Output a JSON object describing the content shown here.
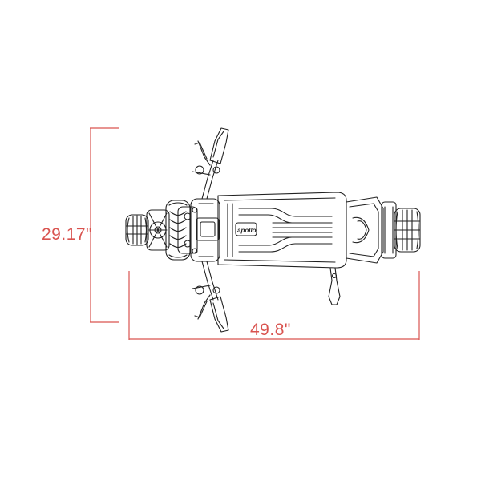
{
  "dimensions": {
    "height_label": "29.17\"",
    "width_label": "49.8\"",
    "line_color": "#d9534f"
  },
  "product": {
    "logo_text": "apollo",
    "view": "top-view",
    "stroke_color": "#222222"
  }
}
